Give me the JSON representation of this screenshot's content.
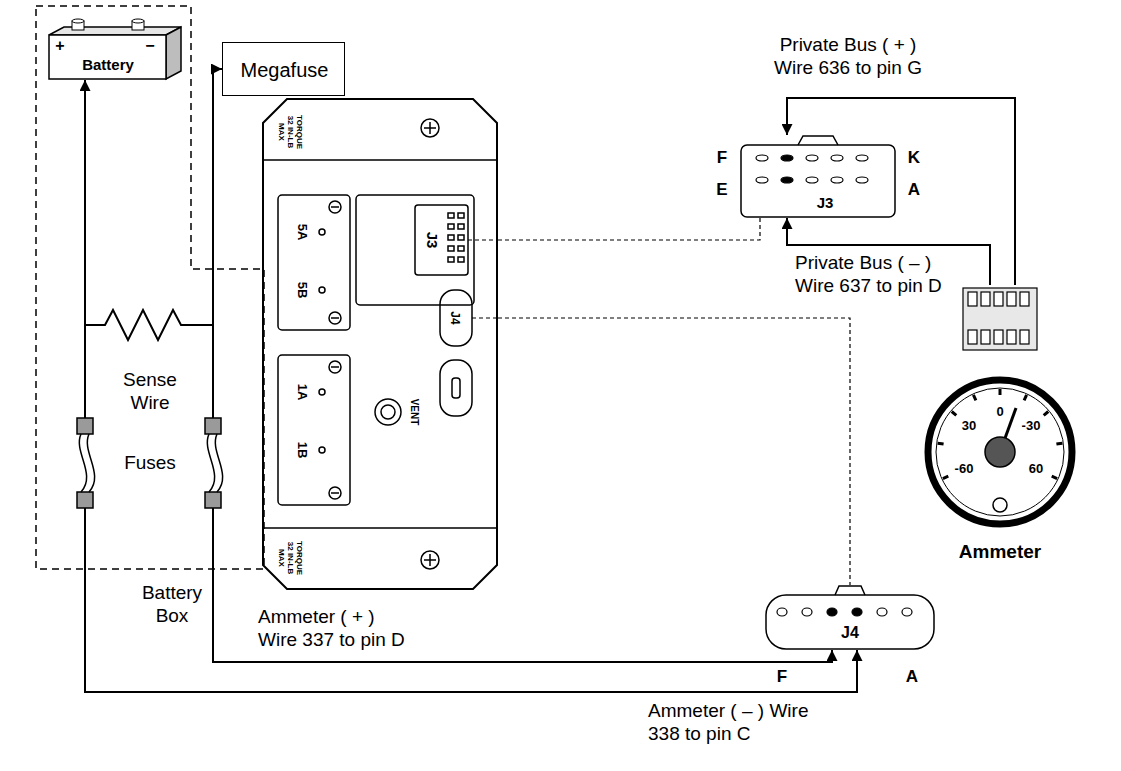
{
  "diagram": {
    "nodes": [
      {
        "text": [
          "Battery Box"
        ]
      },
      {
        "text": [
          "Battery"
        ],
        "in": 0
      },
      {
        "text": [
          "Megafuse"
        ]
      },
      {
        "text": [
          "TORQUE 32 IN-LB MAX",
          "5A",
          "5B",
          "J3",
          "J4",
          "1A",
          "1B",
          "VENT",
          "TORQUE 32 IN-LB MAX"
        ]
      },
      {
        "text": [
          "J3"
        ]
      },
      {
        "text": [
          "J4"
        ]
      },
      {
        "text": [
          "0",
          "30",
          "-30",
          "-60",
          "60",
          "Ammeter"
        ]
      }
    ],
    "edges": [
      {
        "from": 0,
        "to": 2,
        "arrow": "to"
      },
      {
        "from": 3,
        "to": 4,
        "arrow": "none"
      },
      {
        "from": 3,
        "to": 5,
        "arrow": "none"
      },
      {
        "from": 6,
        "to": 4,
        "arrow": "to",
        "label": "Private Bus ( + ) Wire 636 to pin G"
      },
      {
        "from": 6,
        "to": 4,
        "arrow": "to",
        "label": "Private Bus ( – ) Wire 637 to pin D"
      },
      {
        "from": 0,
        "to": 5,
        "arrow": "to",
        "label": "Ammeter ( + ) Wire 337 to pin D"
      },
      {
        "from": 0,
        "to": 5,
        "arrow": "to",
        "label": "Ammeter ( – ) Wire 338 to pin C"
      }
    ],
    "labels": [
      "+",
      "−",
      "Sense Wire",
      "Fuses",
      "F",
      "K",
      "E",
      "A",
      "F",
      "A"
    ]
  }
}
